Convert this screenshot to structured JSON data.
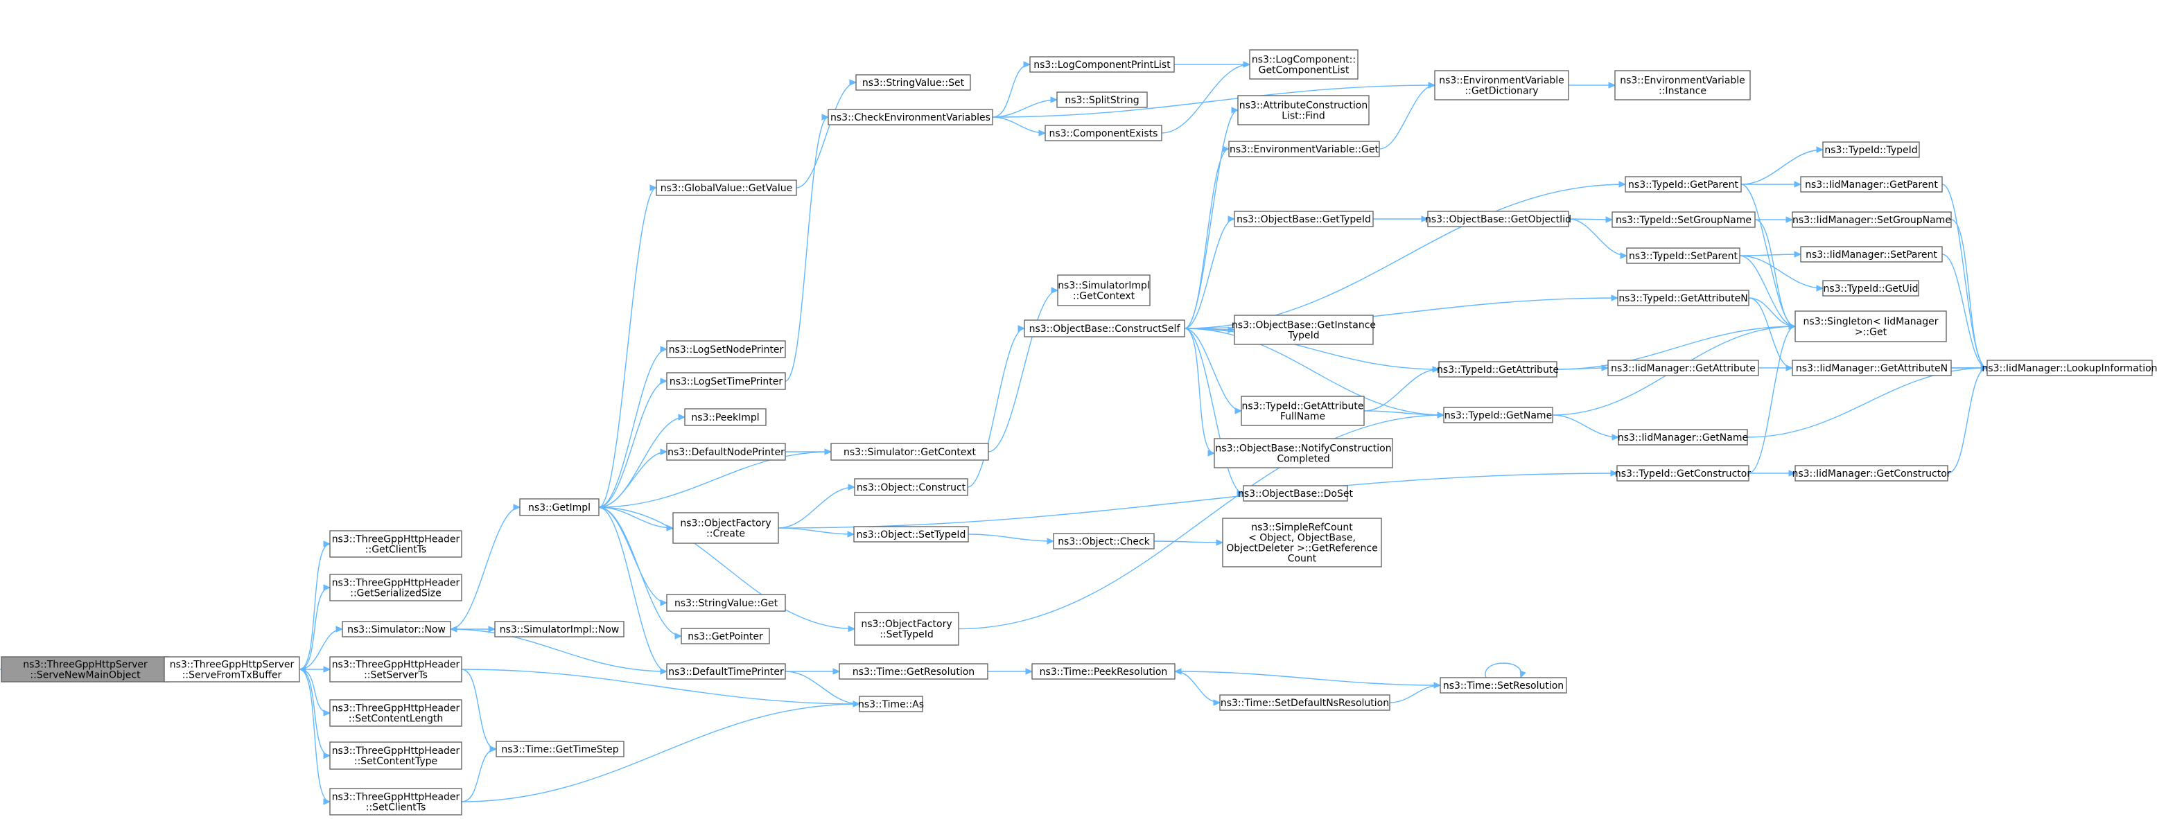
{
  "nodes": [
    {
      "id": "root",
      "lines": [
        "ns3::ThreeGppHttpServer",
        "::ServeNewMainObject"
      ],
      "root": true
    },
    {
      "id": "serveFromTx",
      "lines": [
        "ns3::ThreeGppHttpServer",
        "::ServeFromTxBuffer"
      ]
    },
    {
      "id": "getClientTs",
      "lines": [
        "ns3::ThreeGppHttpHeader",
        "::GetClientTs"
      ]
    },
    {
      "id": "getSerializedSize",
      "lines": [
        "ns3::ThreeGppHttpHeader",
        "::GetSerializedSize"
      ]
    },
    {
      "id": "simNow",
      "lines": [
        "ns3::Simulator::Now"
      ]
    },
    {
      "id": "setServerTs",
      "lines": [
        "ns3::ThreeGppHttpHeader",
        "::SetServerTs"
      ]
    },
    {
      "id": "setContentLength",
      "lines": [
        "ns3::ThreeGppHttpHeader",
        "::SetContentLength"
      ]
    },
    {
      "id": "setContentType",
      "lines": [
        "ns3::ThreeGppHttpHeader",
        "::SetContentType"
      ]
    },
    {
      "id": "setClientTs",
      "lines": [
        "ns3::ThreeGppHttpHeader",
        "::SetClientTs"
      ]
    },
    {
      "id": "getImpl",
      "lines": [
        "ns3::GetImpl"
      ]
    },
    {
      "id": "simImplNow",
      "lines": [
        "ns3::SimulatorImpl::Now"
      ]
    },
    {
      "id": "getTimeStep",
      "lines": [
        "ns3::Time::GetTimeStep"
      ]
    },
    {
      "id": "globalGetValue",
      "lines": [
        "ns3::GlobalValue::GetValue"
      ]
    },
    {
      "id": "logSetNodePrinter",
      "lines": [
        "ns3::LogSetNodePrinter"
      ]
    },
    {
      "id": "logSetTimePrinter",
      "lines": [
        "ns3::LogSetTimePrinter"
      ]
    },
    {
      "id": "peekImpl",
      "lines": [
        "ns3::PeekImpl"
      ]
    },
    {
      "id": "defaultNodePrinter",
      "lines": [
        "ns3::DefaultNodePrinter"
      ]
    },
    {
      "id": "objFactoryCreate",
      "lines": [
        "ns3::ObjectFactory",
        "::Create"
      ]
    },
    {
      "id": "stringValueGet",
      "lines": [
        "ns3::StringValue::Get"
      ]
    },
    {
      "id": "getPointer",
      "lines": [
        "ns3::GetPointer"
      ]
    },
    {
      "id": "defaultTimePrinter",
      "lines": [
        "ns3::DefaultTimePrinter"
      ]
    },
    {
      "id": "timeAs",
      "lines": [
        "ns3::Time::As"
      ]
    },
    {
      "id": "stringValueSet",
      "lines": [
        "ns3::StringValue::Set"
      ]
    },
    {
      "id": "checkEnvVars",
      "lines": [
        "ns3::CheckEnvironmentVariables"
      ]
    },
    {
      "id": "simGetContext",
      "lines": [
        "ns3::Simulator::GetContext"
      ]
    },
    {
      "id": "objectConstruct",
      "lines": [
        "ns3::Object::Construct"
      ]
    },
    {
      "id": "objectSetTypeId",
      "lines": [
        "ns3::Object::SetTypeId"
      ]
    },
    {
      "id": "objFactorySetTypeId",
      "lines": [
        "ns3::ObjectFactory",
        "::SetTypeId"
      ]
    },
    {
      "id": "timeGetResolution",
      "lines": [
        "ns3::Time::GetResolution"
      ]
    },
    {
      "id": "logComponentPrintList",
      "lines": [
        "ns3::LogComponentPrintList"
      ]
    },
    {
      "id": "splitString",
      "lines": [
        "ns3::SplitString"
      ]
    },
    {
      "id": "componentExists",
      "lines": [
        "ns3::ComponentExists"
      ]
    },
    {
      "id": "simImplGetContext",
      "lines": [
        "ns3::SimulatorImpl",
        "::GetContext"
      ]
    },
    {
      "id": "objBaseConstructSelf",
      "lines": [
        "ns3::ObjectBase::ConstructSelf"
      ]
    },
    {
      "id": "objectCheck",
      "lines": [
        "ns3::Object::Check"
      ]
    },
    {
      "id": "timePeekResolution",
      "lines": [
        "ns3::Time::PeekResolution"
      ]
    },
    {
      "id": "logCompGetList",
      "lines": [
        "ns3::LogComponent::",
        "GetComponentList"
      ]
    },
    {
      "id": "attrConstrListFind",
      "lines": [
        "ns3::AttributeConstruction",
        "List::Find"
      ]
    },
    {
      "id": "envVarGet",
      "lines": [
        "ns3::EnvironmentVariable::Get"
      ]
    },
    {
      "id": "objBaseGetTypeId",
      "lines": [
        "ns3::ObjectBase::GetTypeId"
      ]
    },
    {
      "id": "objBaseGetInstanceTypeId",
      "lines": [
        "ns3::ObjectBase::GetInstance",
        "TypeId"
      ]
    },
    {
      "id": "typeIdGetAttrFullName",
      "lines": [
        "ns3::TypeId::GetAttribute",
        "FullName"
      ]
    },
    {
      "id": "objBaseNotifyConstr",
      "lines": [
        "ns3::ObjectBase::NotifyConstruction",
        "Completed"
      ]
    },
    {
      "id": "objBaseDoSet",
      "lines": [
        "ns3::ObjectBase::DoSet"
      ]
    },
    {
      "id": "simpleRefCount",
      "lines": [
        "ns3::SimpleRefCount",
        "< Object, ObjectBase,",
        "ObjectDeleter >::GetReference",
        "Count"
      ]
    },
    {
      "id": "timeSetDefaultNsRes",
      "lines": [
        "ns3::Time::SetDefaultNsResolution"
      ]
    },
    {
      "id": "envVarGetDict",
      "lines": [
        "ns3::EnvironmentVariable",
        "::GetDictionary"
      ]
    },
    {
      "id": "objBaseGetObjectIid",
      "lines": [
        "ns3::ObjectBase::GetObjectIid"
      ]
    },
    {
      "id": "typeIdGetAttribute",
      "lines": [
        "ns3::TypeId::GetAttribute"
      ]
    },
    {
      "id": "typeIdGetName",
      "lines": [
        "ns3::TypeId::GetName"
      ]
    },
    {
      "id": "timeSetResolution",
      "lines": [
        "ns3::Time::SetResolution"
      ]
    },
    {
      "id": "envVarInstance",
      "lines": [
        "ns3::EnvironmentVariable",
        "::Instance"
      ]
    },
    {
      "id": "typeIdGetParent",
      "lines": [
        "ns3::TypeId::GetParent"
      ]
    },
    {
      "id": "typeIdSetGroupName",
      "lines": [
        "ns3::TypeId::SetGroupName"
      ]
    },
    {
      "id": "typeIdSetParent",
      "lines": [
        "ns3::TypeId::SetParent"
      ]
    },
    {
      "id": "typeIdGetAttributeN",
      "lines": [
        "ns3::TypeId::GetAttributeN"
      ]
    },
    {
      "id": "iidGetAttribute",
      "lines": [
        "ns3::IidManager::GetAttribute"
      ]
    },
    {
      "id": "iidGetName",
      "lines": [
        "ns3::IidManager::GetName"
      ]
    },
    {
      "id": "typeIdGetConstructor",
      "lines": [
        "ns3::TypeId::GetConstructor"
      ]
    },
    {
      "id": "typeIdTypeId",
      "lines": [
        "ns3::TypeId::TypeId"
      ]
    },
    {
      "id": "iidGetParent",
      "lines": [
        "ns3::IidManager::GetParent"
      ]
    },
    {
      "id": "iidSetGroupName",
      "lines": [
        "ns3::IidManager::SetGroupName"
      ]
    },
    {
      "id": "iidSetParent",
      "lines": [
        "ns3::IidManager::SetParent"
      ]
    },
    {
      "id": "typeIdGetUid",
      "lines": [
        "ns3::TypeId::GetUid"
      ]
    },
    {
      "id": "singletonGet",
      "lines": [
        "ns3::Singleton< IidManager",
        ">::Get"
      ]
    },
    {
      "id": "iidGetAttributeN",
      "lines": [
        "ns3::IidManager::GetAttributeN"
      ]
    },
    {
      "id": "iidGetConstructor",
      "lines": [
        "ns3::IidManager::GetConstructor"
      ]
    },
    {
      "id": "iidLookupInfo",
      "lines": [
        "ns3::IidManager::LookupInformation"
      ]
    }
  ],
  "edges": [
    [
      "root",
      "serveFromTx"
    ],
    [
      "serveFromTx",
      "getClientTs"
    ],
    [
      "serveFromTx",
      "getSerializedSize"
    ],
    [
      "serveFromTx",
      "simNow"
    ],
    [
      "serveFromTx",
      "setServerTs"
    ],
    [
      "serveFromTx",
      "setContentLength"
    ],
    [
      "serveFromTx",
      "setContentType"
    ],
    [
      "serveFromTx",
      "setClientTs"
    ],
    [
      "simNow",
      "getImpl"
    ],
    [
      "simNow",
      "simImplNow"
    ],
    [
      "setServerTs",
      "timeAs"
    ],
    [
      "setServerTs",
      "getTimeStep"
    ],
    [
      "setClientTs",
      "getTimeStep"
    ],
    [
      "setClientTs",
      "timeAs"
    ],
    [
      "getImpl",
      "globalGetValue"
    ],
    [
      "getImpl",
      "logSetNodePrinter"
    ],
    [
      "getImpl",
      "logSetTimePrinter"
    ],
    [
      "getImpl",
      "peekImpl"
    ],
    [
      "getImpl",
      "defaultNodePrinter"
    ],
    [
      "getImpl",
      "objFactoryCreate"
    ],
    [
      "getImpl",
      "stringValueGet"
    ],
    [
      "getImpl",
      "getPointer"
    ],
    [
      "getImpl",
      "defaultTimePrinter"
    ],
    [
      "getImpl",
      "objFactorySetTypeId"
    ],
    [
      "globalGetValue",
      "stringValueSet"
    ],
    [
      "logSetTimePrinter",
      "checkEnvVars"
    ],
    [
      "defaultNodePrinter",
      "simGetContext"
    ],
    [
      "simGetContext",
      "getImpl"
    ],
    [
      "simGetContext",
      "simImplGetContext"
    ],
    [
      "objFactoryCreate",
      "objectConstruct"
    ],
    [
      "objFactoryCreate",
      "objectSetTypeId"
    ],
    [
      "objFactoryCreate",
      "typeIdGetConstructor"
    ],
    [
      "defaultTimePrinter",
      "simNow"
    ],
    [
      "defaultTimePrinter",
      "timeGetResolution"
    ],
    [
      "defaultTimePrinter",
      "timeAs"
    ],
    [
      "objFactorySetTypeId",
      "typeIdGetName"
    ],
    [
      "checkEnvVars",
      "envVarGetDict"
    ],
    [
      "checkEnvVars",
      "logComponentPrintList"
    ],
    [
      "checkEnvVars",
      "splitString"
    ],
    [
      "checkEnvVars",
      "componentExists"
    ],
    [
      "logComponentPrintList",
      "logCompGetList"
    ],
    [
      "componentExists",
      "logCompGetList"
    ],
    [
      "objectConstruct",
      "objBaseConstructSelf"
    ],
    [
      "objectSetTypeId",
      "objectCheck"
    ],
    [
      "objectCheck",
      "simpleRefCount"
    ],
    [
      "timeGetResolution",
      "timePeekResolution"
    ],
    [
      "timePeekResolution",
      "timeSetDefaultNsRes"
    ],
    [
      "timeSetDefaultNsRes",
      "timeSetResolution"
    ],
    [
      "timeSetResolution",
      "timePeekResolution"
    ],
    [
      "timeSetResolution",
      "timeSetResolution"
    ],
    [
      "objBaseConstructSelf",
      "attrConstrListFind"
    ],
    [
      "objBaseConstructSelf",
      "envVarGet"
    ],
    [
      "objBaseConstructSelf",
      "objBaseGetTypeId"
    ],
    [
      "objBaseConstructSelf",
      "objBaseGetInstanceTypeId"
    ],
    [
      "objBaseConstructSelf",
      "typeIdGetAttrFullName"
    ],
    [
      "objBaseConstructSelf",
      "objBaseNotifyConstr"
    ],
    [
      "objBaseConstructSelf",
      "objBaseDoSet"
    ],
    [
      "objBaseConstructSelf",
      "typeIdGetAttribute"
    ],
    [
      "objBaseConstructSelf",
      "typeIdGetName"
    ],
    [
      "objBaseConstructSelf",
      "typeIdGetParent"
    ],
    [
      "objBaseConstructSelf",
      "typeIdGetAttributeN"
    ],
    [
      "envVarGet",
      "envVarGetDict"
    ],
    [
      "envVarGetDict",
      "envVarInstance"
    ],
    [
      "objBaseGetTypeId",
      "objBaseGetObjectIid"
    ],
    [
      "objBaseGetObjectIid",
      "typeIdSetGroupName"
    ],
    [
      "objBaseGetObjectIid",
      "typeIdSetParent"
    ],
    [
      "typeIdGetAttrFullName",
      "typeIdGetAttribute"
    ],
    [
      "typeIdGetAttrFullName",
      "typeIdGetName"
    ],
    [
      "typeIdGetAttribute",
      "iidGetAttribute"
    ],
    [
      "typeIdGetAttribute",
      "singletonGet"
    ],
    [
      "typeIdGetName",
      "iidGetName"
    ],
    [
      "typeIdGetName",
      "singletonGet"
    ],
    [
      "typeIdGetParent",
      "typeIdTypeId"
    ],
    [
      "typeIdGetParent",
      "iidGetParent"
    ],
    [
      "typeIdGetParent",
      "singletonGet"
    ],
    [
      "typeIdSetGroupName",
      "iidSetGroupName"
    ],
    [
      "typeIdSetGroupName",
      "singletonGet"
    ],
    [
      "typeIdSetParent",
      "iidSetParent"
    ],
    [
      "typeIdSetParent",
      "typeIdGetUid"
    ],
    [
      "typeIdSetParent",
      "singletonGet"
    ],
    [
      "typeIdGetAttributeN",
      "iidGetAttributeN"
    ],
    [
      "typeIdGetAttributeN",
      "singletonGet"
    ],
    [
      "typeIdGetConstructor",
      "iidGetConstructor"
    ],
    [
      "typeIdGetConstructor",
      "singletonGet"
    ],
    [
      "iidGetAttribute",
      "iidLookupInfo"
    ],
    [
      "iidGetName",
      "iidLookupInfo"
    ],
    [
      "iidGetParent",
      "iidLookupInfo"
    ],
    [
      "iidSetGroupName",
      "iidLookupInfo"
    ],
    [
      "iidSetParent",
      "iidLookupInfo"
    ],
    [
      "iidGetAttributeN",
      "iidLookupInfo"
    ],
    [
      "iidGetConstructor",
      "iidLookupInfo"
    ]
  ]
}
